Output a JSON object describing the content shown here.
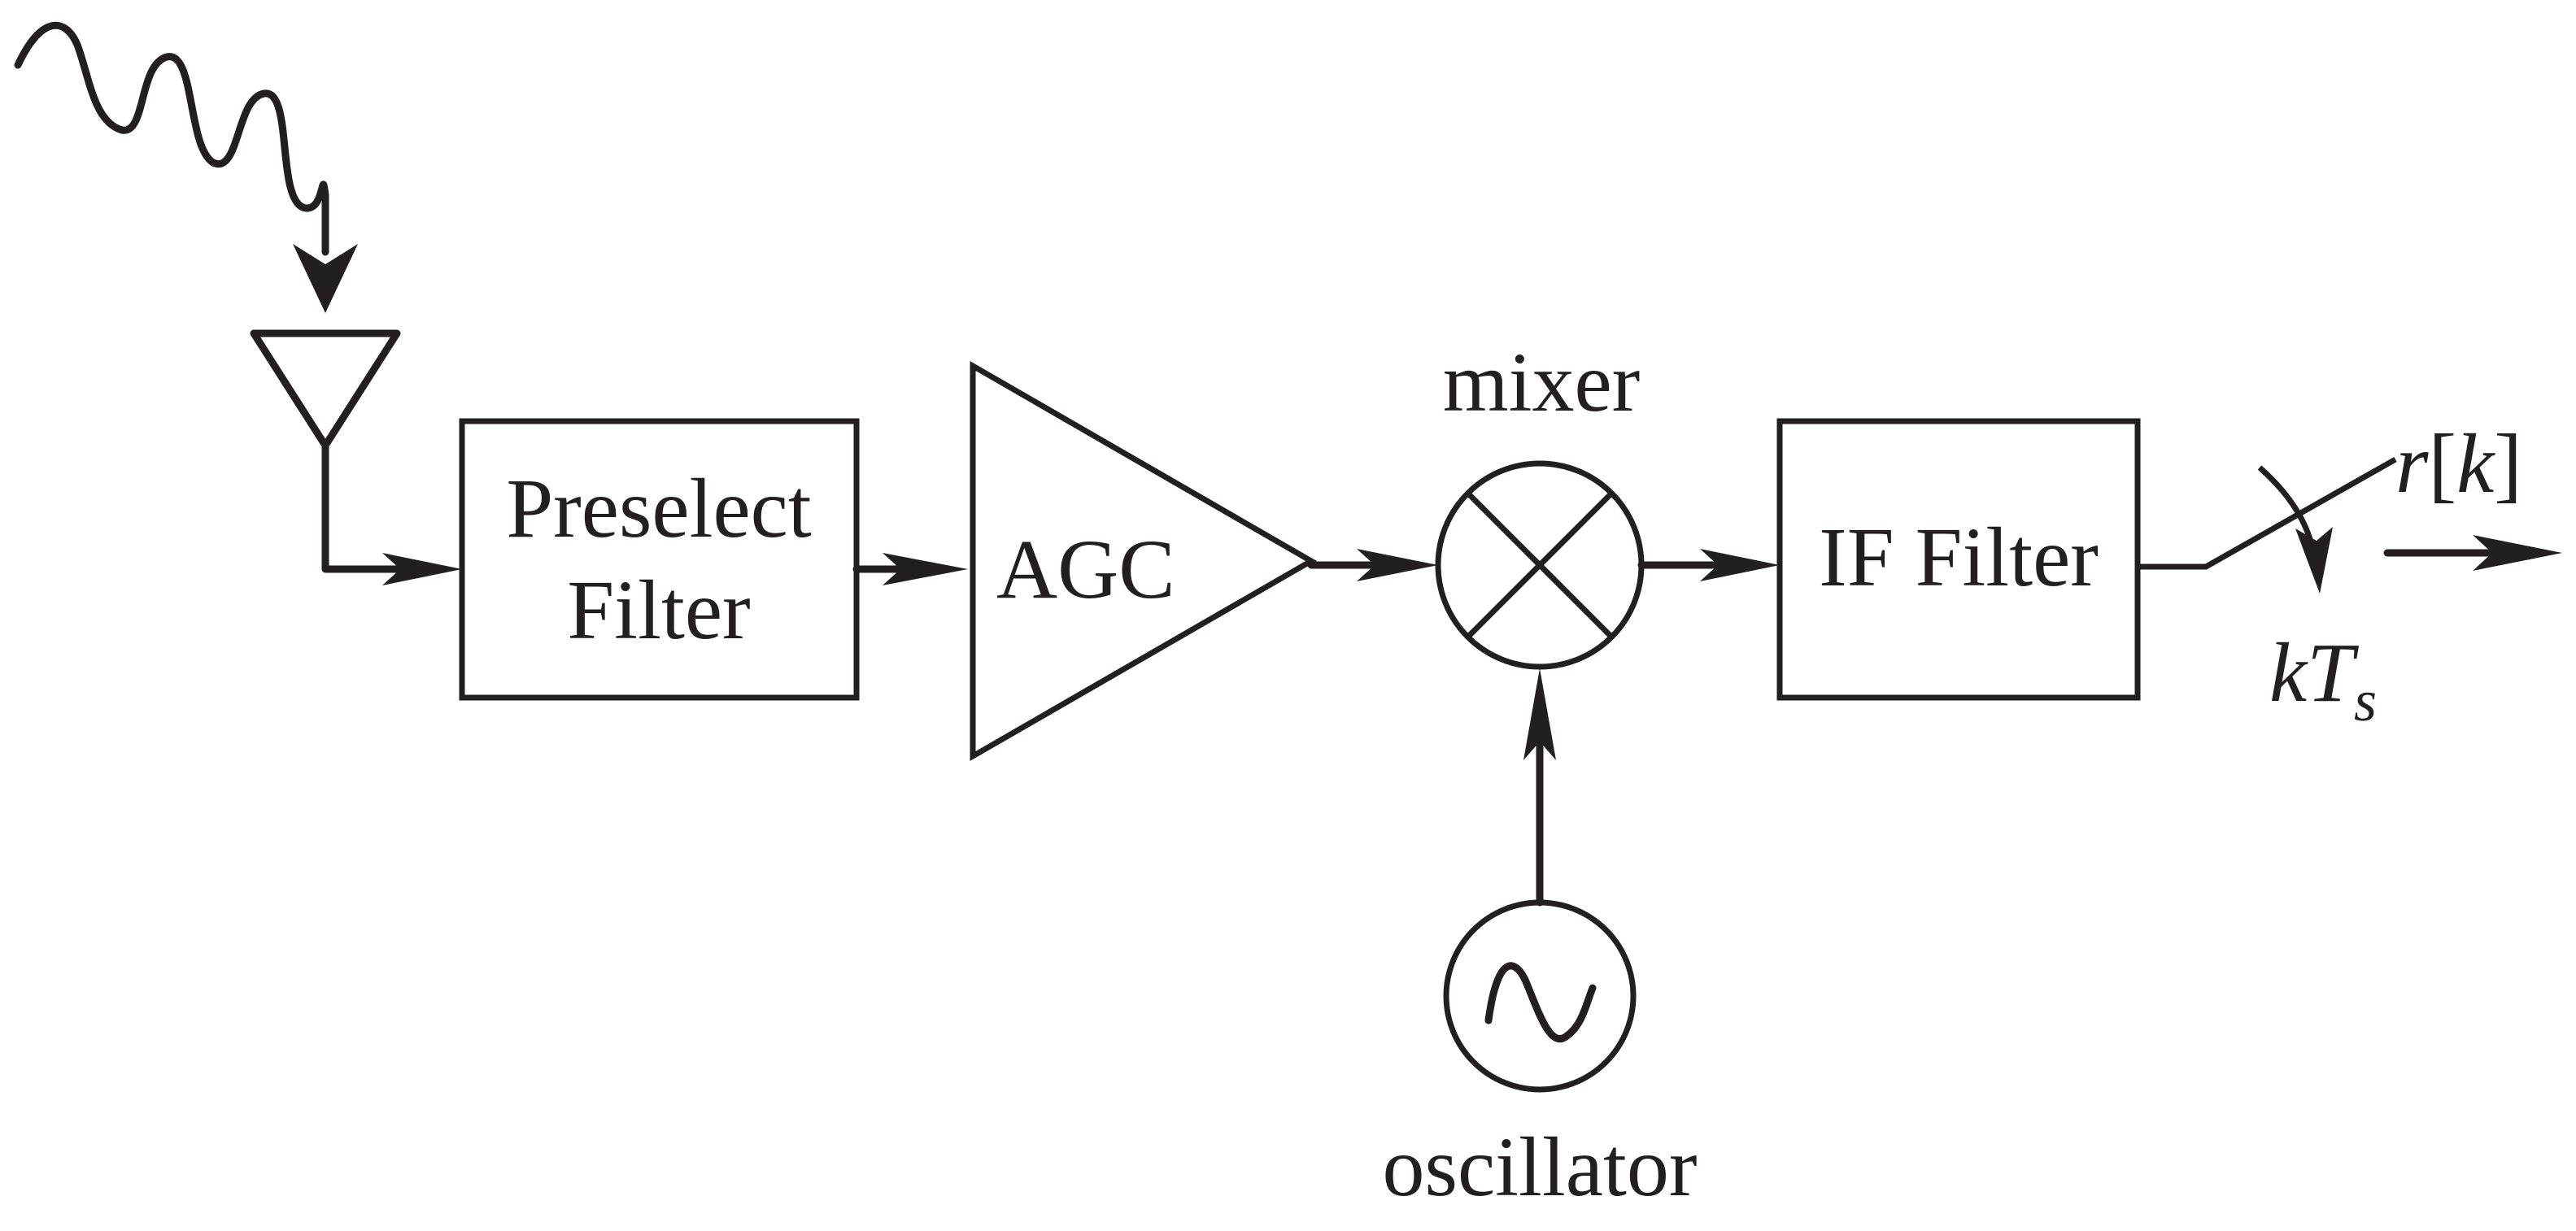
{
  "blocks": {
    "preselect": {
      "line1": "Preselect",
      "line2": "Filter"
    },
    "agc": {
      "label": "AGC"
    },
    "if_filter": {
      "label": "IF Filter"
    }
  },
  "labels": {
    "mixer": "mixer",
    "oscillator": "oscillator",
    "output_r": "r",
    "output_k": "k",
    "output_lb": "[",
    "output_rb": "]",
    "sampling_k": "k",
    "sampling_T": "T",
    "sampling_s": "s"
  }
}
